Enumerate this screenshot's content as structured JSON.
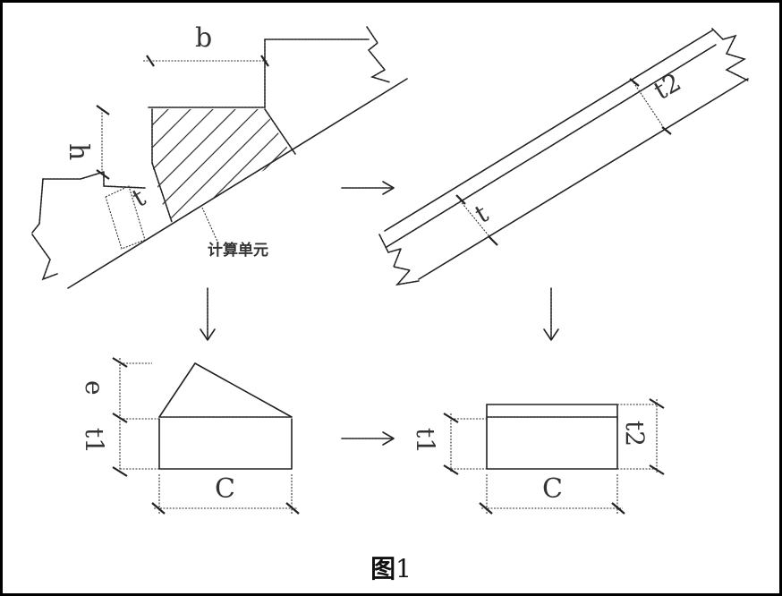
{
  "figure": {
    "caption_prefix": "图",
    "caption_number": "1"
  },
  "labels": {
    "b_top": "b",
    "h_left": "h",
    "t_left": "t",
    "calc_unit": "计算单元",
    "t_right": "t",
    "e_bottom": "e",
    "t1_bottom": "t1",
    "c_bottom_left": "C",
    "t1_bottom_right": "t1",
    "t2_bottom_right": "t2",
    "c_bottom_right": "C"
  }
}
